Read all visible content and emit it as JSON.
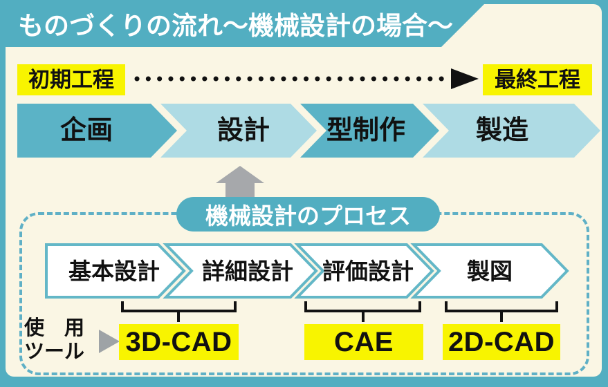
{
  "title": "ものづくりの流れ～機械設計の場合～",
  "timeline": {
    "start_label": "初期工程",
    "end_label": "最終工程"
  },
  "main_flow": {
    "stages": [
      "企画",
      "設計",
      "型制作",
      "製造"
    ]
  },
  "process": {
    "badge": "機械設計のプロセス",
    "steps": [
      "基本設計",
      "詳細設計",
      "評価設計",
      "製図"
    ],
    "tools_label_line1": "使　用",
    "tools_label_line2": "ツール",
    "tools": [
      "3D-CAD",
      "CAE",
      "2D-CAD"
    ]
  },
  "colors": {
    "background_teal": "#52aec1",
    "panel_cream": "#faf6e4",
    "stage_teal": "#5bb3c6",
    "stage_light": "#aedbe4",
    "highlight_yellow": "#f8f400",
    "outline_teal": "#63b7c7",
    "step_fill_white": "#ffffff",
    "arrow_gray": "#a6a8ab",
    "dash_teal": "#5fb0c6",
    "text_black": "#111111"
  }
}
